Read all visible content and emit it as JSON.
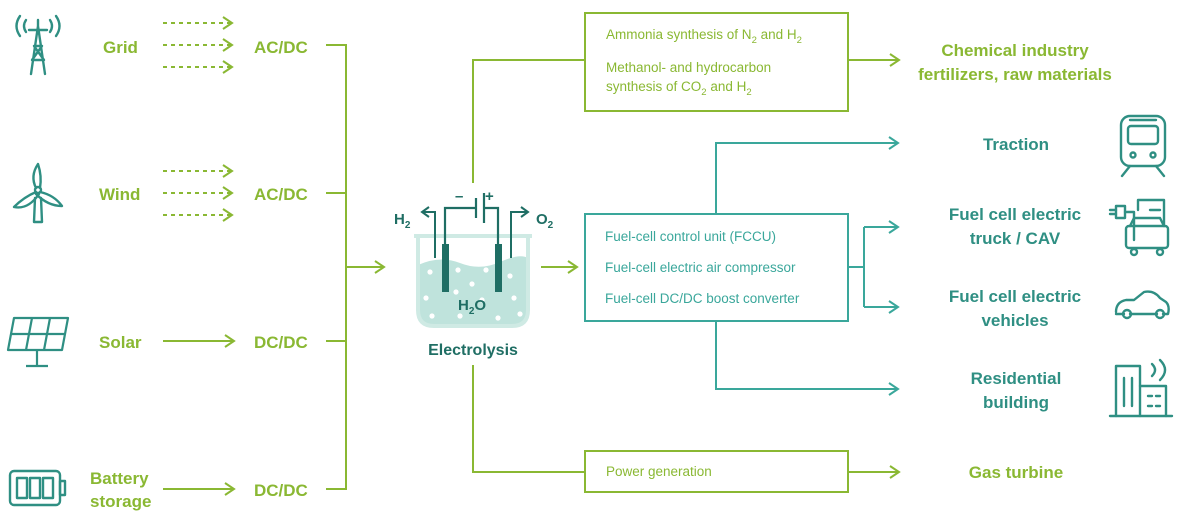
{
  "colors": {
    "green": "#8ab833",
    "teal": "#3aa79b",
    "dark_teal": "#1f6e64",
    "water": "#bfe3dc"
  },
  "sources": [
    {
      "label": "Grid",
      "converter": "AC/DC",
      "icon": "transmission-tower-icon"
    },
    {
      "label": "Wind",
      "converter": "AC/DC",
      "icon": "wind-turbine-icon"
    },
    {
      "label": "Solar",
      "converter": "DC/DC",
      "icon": "solar-panel-icon"
    },
    {
      "label_line1": "Battery",
      "label_line2": "storage",
      "converter": "DC/DC",
      "icon": "battery-icon"
    }
  ],
  "electrolysis": {
    "label": "Electrolysis",
    "h2": "H",
    "h2_sub": "2",
    "o2": "O",
    "o2_sub": "2",
    "water": "H",
    "water_sub": "2",
    "water_end": "O",
    "minus": "–",
    "plus": "+"
  },
  "chemical_box": {
    "line1_a": "Ammonia synthesis of N",
    "line1_sub1": "2",
    "line1_b": " and H",
    "line1_sub2": "2",
    "line2": "Methanol- and hydrocarbon",
    "line3_a": "synthesis of CO",
    "line3_sub1": "2",
    "line3_b": " and H",
    "line3_sub2": "2"
  },
  "fuel_cell_box": {
    "line1": "Fuel-cell control unit (FCCU)",
    "line2": "Fuel-cell electric air compressor",
    "line3": "Fuel-cell DC/DC boost converter"
  },
  "power_box": {
    "line1": "Power generation"
  },
  "outputs": {
    "chemical_line1": "Chemical industry",
    "chemical_line2": "fertilizers, raw materials",
    "traction": "Traction",
    "truck_line1": "Fuel cell electric",
    "truck_line2": "truck / CAV",
    "vehicles_line1": "Fuel cell electric",
    "vehicles_line2": "vehicles",
    "residential_line1": "Residential",
    "residential_line2": "building",
    "gas_turbine": "Gas turbine"
  }
}
